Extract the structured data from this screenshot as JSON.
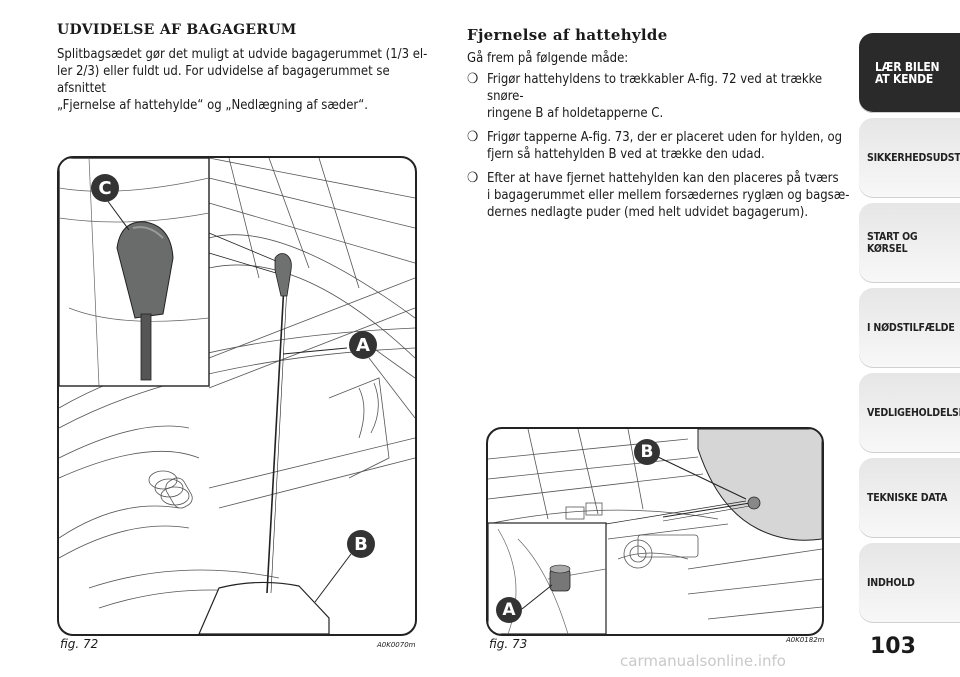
{
  "left_section": {
    "heading": "UDVIDELSE AF BAGAGERUM",
    "paragraph_lines": [
      "Splitbagsædet gør det muligt at udvide bagagerummet (1/3 el-",
      "ler 2/3) eller fuldt ud. For udvidelse af bagagerummet se afsnittet",
      "„Fjernelse af hattehylde“ og „Nedlægning af sæder“."
    ]
  },
  "right_section": {
    "heading": "Fjernelse af hattehylde",
    "intro": "Gå frem på følgende måde:",
    "bullet_marker": "❍",
    "bullets": [
      [
        "Frigør hattehyldens to trækkabler A-fig. 72 ved at trække snøre-",
        "ringene B af holdetapperne C."
      ],
      [
        "Frigør tapperne A-fig. 73, der er placeret uden for hylden, og",
        "fjern så hattehylden B ved at trække den udad."
      ],
      [
        "Efter at have fjernet hattehylden kan den placeres på tværs",
        "i bagagerummet eller mellem forsædernes ryglæn og bagsæ-",
        "dernes nedlagte puder (med helt udvidet bagagerum)."
      ]
    ]
  },
  "figures": {
    "fig72": {
      "caption": "fig. 72",
      "code": "A0K0070m",
      "labels": {
        "c": "C",
        "a": "A",
        "b": "B"
      }
    },
    "fig73": {
      "caption": "fig. 73",
      "code": "A0K0182m",
      "labels": {
        "b": "B",
        "a": "A"
      }
    }
  },
  "sidebar": {
    "tabs": [
      {
        "label_lines": [
          "LÆR BILEN",
          "AT KENDE"
        ],
        "active": true
      },
      {
        "label_lines": [
          "SIKKERHEDSUDSTYR"
        ],
        "active": false
      },
      {
        "label_lines": [
          "START OG KØRSEL"
        ],
        "active": false
      },
      {
        "label_lines": [
          "I NØDSTILFÆLDE"
        ],
        "active": false
      },
      {
        "label_lines": [
          "VEDLIGEHOLDELSE"
        ],
        "active": false
      },
      {
        "label_lines": [
          "TEKNISKE DATA"
        ],
        "active": false
      },
      {
        "label_lines": [
          "INDHOLD"
        ],
        "active": false
      }
    ]
  },
  "page_number": "103",
  "watermark": "carmanualsonline.info"
}
